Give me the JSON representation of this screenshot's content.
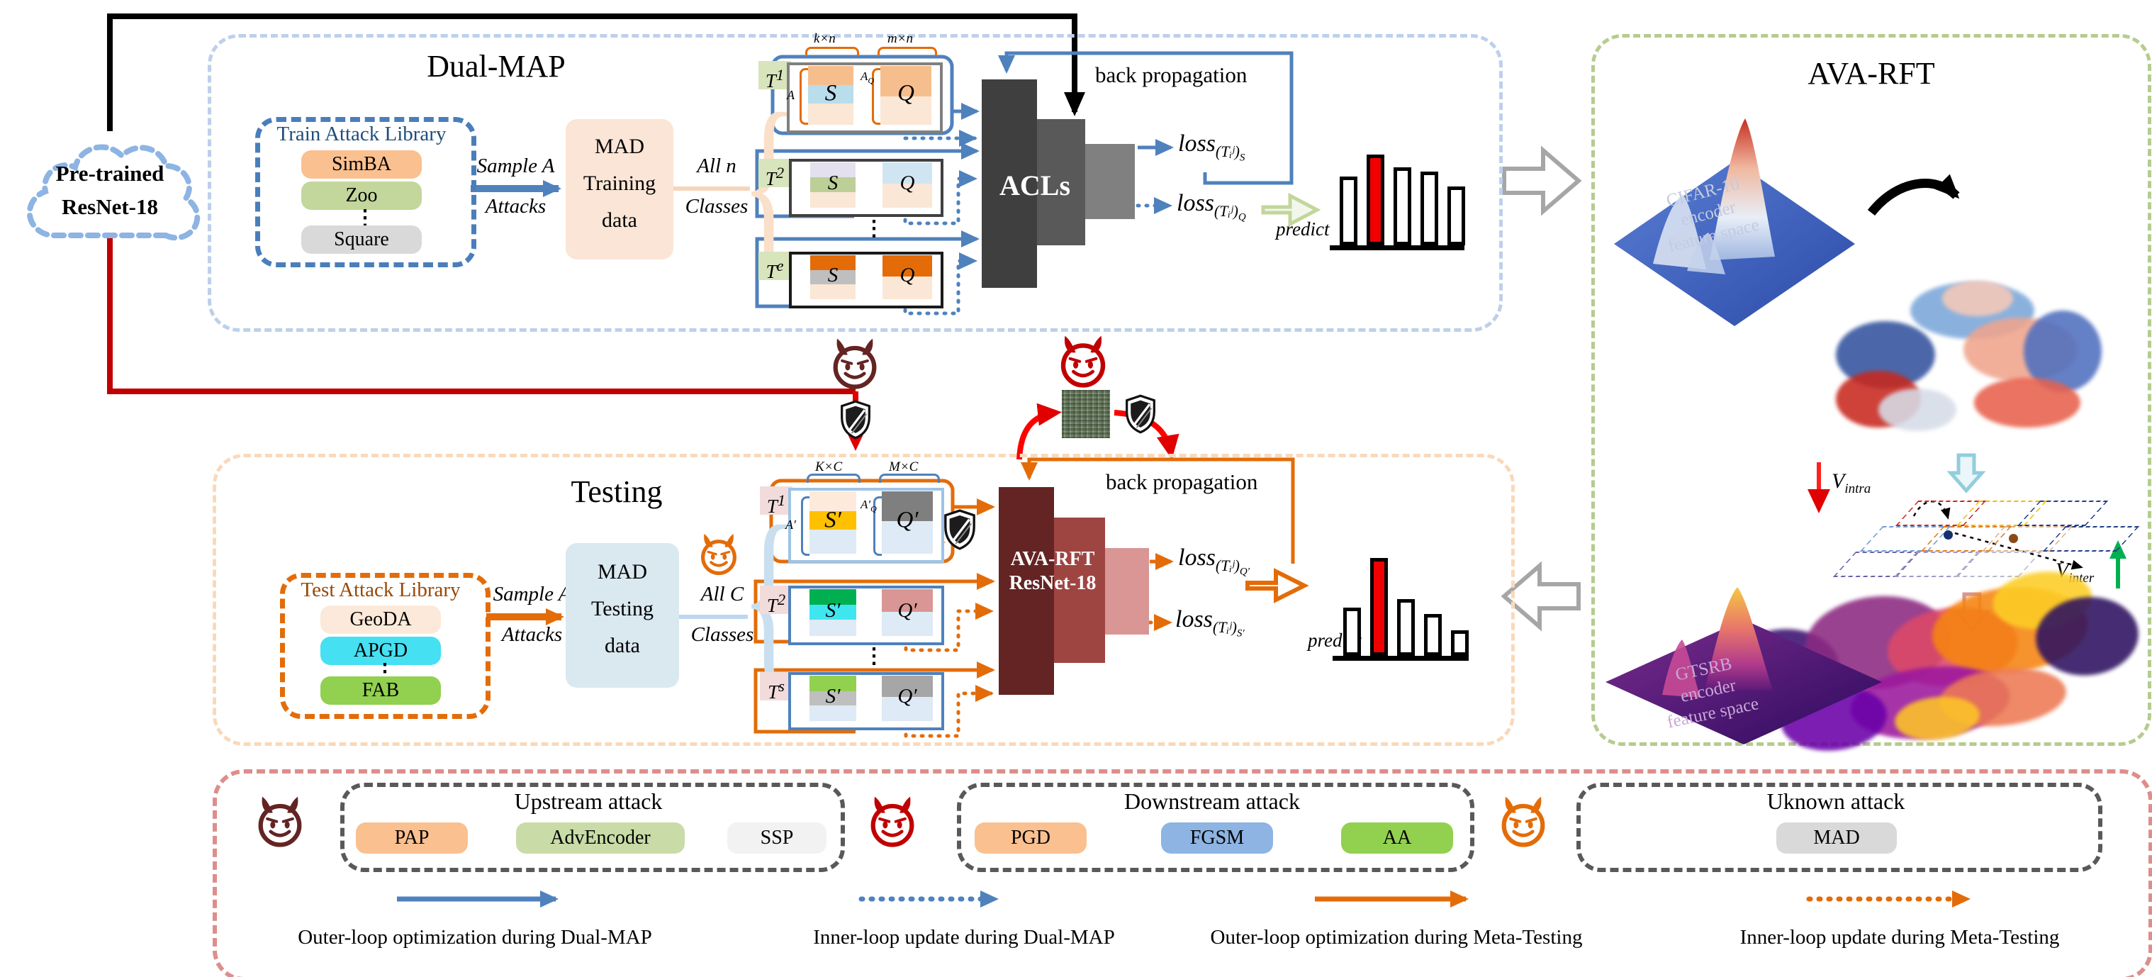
{
  "cloud": {
    "line1": "Pre-trained",
    "line2": "ResNet-18"
  },
  "dual_map": {
    "title": "Dual-MAP",
    "library": {
      "title": "Train Attack Library",
      "items": [
        {
          "label": "SimBA",
          "color": "#FAC090"
        },
        {
          "label": "Zoo",
          "color": "#C3D69B"
        },
        {
          "label": "Square",
          "color": "#D9D9D9"
        }
      ],
      "dots": "⋮"
    },
    "sample": {
      "line1": "Sample A",
      "line2": "Attacks"
    },
    "mad_box": {
      "line1": "MAD",
      "line2": "Training",
      "line3": "data"
    },
    "classes": {
      "line1": "All n",
      "line2": "Classes"
    },
    "tasks": [
      {
        "name": "T",
        "sup": "1",
        "s": "S",
        "q": "Q",
        "brace_s": "k×n",
        "brace_q": "m×n",
        "a_left": "A",
        "a_mid": "A",
        "a_mid_sub": "Q"
      },
      {
        "name": "T",
        "sup": "2",
        "s": "S",
        "q": "Q"
      },
      {
        "name": "T",
        "sup": "e",
        "s": "S",
        "q": "Q"
      }
    ],
    "dots": "⋮",
    "model_label": "ACLs",
    "back_propagation": "back propagation",
    "loss_support": {
      "base": "loss",
      "sub": "(Tᵢʲ)",
      "tag": "S"
    },
    "loss_query": {
      "base": "loss",
      "sub": "(Tᵢʲ)",
      "tag": "Q"
    },
    "predict_label": "predict"
  },
  "testing": {
    "title": "Testing",
    "library": {
      "title": "Test Attack Library",
      "items": [
        {
          "label": "GeoDA",
          "color": "#FDE9D9"
        },
        {
          "label": "APGD",
          "color": "#45E0F2"
        },
        {
          "label": "FAB",
          "color": "#92D050"
        }
      ],
      "dots": "⋮"
    },
    "sample": {
      "line1": "Sample A",
      "line2": "Attacks"
    },
    "mad_box": {
      "line1": "MAD",
      "line2": "Testing",
      "line3": "data"
    },
    "classes": {
      "line1": "All C",
      "line2": "Classes"
    },
    "tasks": [
      {
        "name": "T",
        "sup": "1",
        "s": "S′",
        "q": "Q′",
        "brace_s": "K×C",
        "brace_q": "M×C",
        "a_left": "A′",
        "a_mid": "A′",
        "a_mid_sub": "Q"
      },
      {
        "name": "T",
        "sup": "2",
        "s": "S′",
        "q": "Q′"
      },
      {
        "name": "T",
        "sup": "s",
        "s": "S′",
        "q": "Q′"
      }
    ],
    "dots": "⋮",
    "model": {
      "line1": "AVA-RFT",
      "line2": "ResNet-18"
    },
    "back_propagation": "back propagation",
    "loss_query": {
      "base": "loss",
      "sub": "(Tᵢʲ)",
      "tag": "Q′"
    },
    "loss_support": {
      "base": "loss",
      "sub": "(Tᵢʲ)",
      "tag": "S′"
    },
    "predict_label": "predict"
  },
  "ava_rft": {
    "title": "AVA-RFT",
    "surface_top": {
      "line1": "CIFAR-10",
      "line2": "encoder",
      "line3": "feature space"
    },
    "v_intra": {
      "base": "V",
      "sub": "intra"
    },
    "v_inter": {
      "base": "V",
      "sub": "inter"
    },
    "surface_bottom": {
      "line1": "GTSRB",
      "line2": "encoder",
      "line3": "feature space"
    }
  },
  "legend": {
    "upstream": {
      "title": "Upstream attack",
      "items": [
        {
          "label": "PAP",
          "color": "#FAC090"
        },
        {
          "label": "AdvEncoder",
          "color": "#C9DCA8"
        },
        {
          "label": "SSP",
          "color": "#F2F2F2"
        }
      ]
    },
    "downstream": {
      "title": "Downstream attack",
      "items": [
        {
          "label": "PGD",
          "color": "#FAC090"
        },
        {
          "label": "FGSM",
          "color": "#8DB4E2"
        },
        {
          "label": "AA",
          "color": "#92D050"
        }
      ]
    },
    "unknown": {
      "title": "Uknown attack",
      "items": [
        {
          "label": "MAD",
          "color": "#D9D9D9"
        }
      ]
    },
    "flows": [
      {
        "label": "Outer-loop optimization during Dual-MAP",
        "style": "solid",
        "color": "#4F81BD"
      },
      {
        "label": "Inner-loop update during Dual-MAP",
        "style": "dotted",
        "color": "#4F81BD"
      },
      {
        "label": "Outer-loop optimization during Meta-Testing",
        "style": "solid",
        "color": "#E36C09"
      },
      {
        "label": "Inner-loop update during Meta-Testing",
        "style": "dotted",
        "color": "#E36C09"
      }
    ]
  },
  "chart_data": [
    {
      "type": "bar",
      "title": "train predict histogram",
      "values": [
        0.74,
        1.0,
        0.85,
        0.8,
        0.62
      ],
      "highlight_index": 1,
      "highlight_color": "#F00000",
      "max_height": 118
    },
    {
      "type": "bar",
      "title": "test predict histogram",
      "values": [
        0.45,
        1.0,
        0.55,
        0.38,
        0.2
      ],
      "highlight_index": 1,
      "highlight_color": "#F00000",
      "max_height": 128
    }
  ]
}
